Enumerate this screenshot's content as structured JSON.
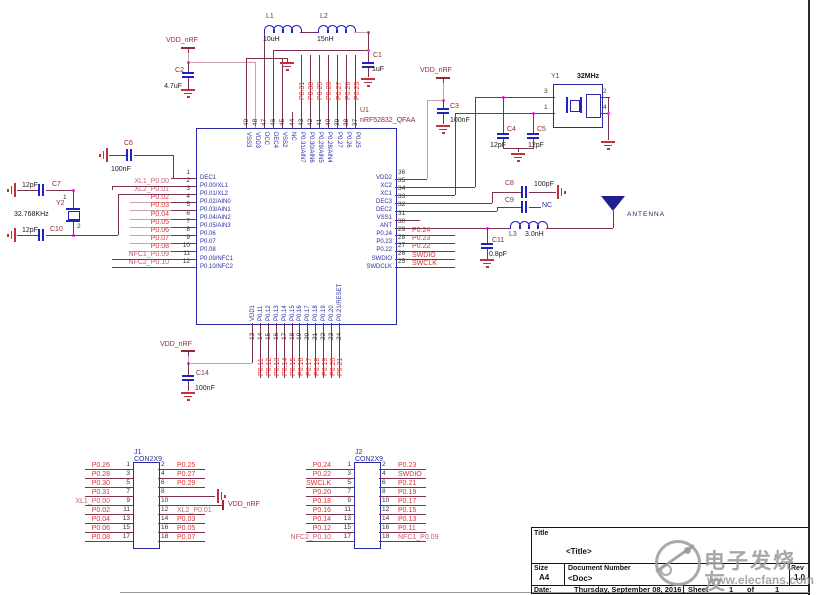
{
  "ic": {
    "ref": "U1",
    "part": "nRF52832_QFAA",
    "left_pins": [
      {
        "n": 1,
        "name": "DEC1",
        "net": ""
      },
      {
        "n": 2,
        "name": "P0.00/XL1",
        "net": "XL1_P0.00",
        "muted": true
      },
      {
        "n": 3,
        "name": "P0.01/XL2",
        "net": "XL2_P0.01",
        "muted": true
      },
      {
        "n": 4,
        "name": "P0.02/AIN0",
        "net": "P0.02"
      },
      {
        "n": 5,
        "name": "P0.03/AIN1",
        "net": "P0.03"
      },
      {
        "n": 6,
        "name": "P0.04/AIN2",
        "net": "P0.04"
      },
      {
        "n": 7,
        "name": "P0.05/AIN3",
        "net": "P0.05"
      },
      {
        "n": 8,
        "name": "P0.06",
        "net": "P0.06"
      },
      {
        "n": 9,
        "name": "P0.07",
        "net": "P0.07"
      },
      {
        "n": 10,
        "name": "P0.08",
        "net": "P0.08"
      },
      {
        "n": 11,
        "name": "P0.09/NFC1",
        "net": "NFC1_P0.09",
        "muted": true
      },
      {
        "n": 12,
        "name": "P0.10/NFC2",
        "net": "NFC2_P0.10",
        "muted": true
      }
    ],
    "right_pins": [
      {
        "n": 36,
        "name": "VDD2",
        "net": ""
      },
      {
        "n": 35,
        "name": "XC2",
        "net": ""
      },
      {
        "n": 34,
        "name": "XC1",
        "net": ""
      },
      {
        "n": 33,
        "name": "DEC3",
        "net": ""
      },
      {
        "n": 32,
        "name": "DEC2",
        "net": ""
      },
      {
        "n": 31,
        "name": "VSS1",
        "net": ""
      },
      {
        "n": 30,
        "name": "ANT",
        "net": ""
      },
      {
        "n": 29,
        "name": "P0.24",
        "net": "P0.24"
      },
      {
        "n": 28,
        "name": "P0.23",
        "net": "P0.23"
      },
      {
        "n": 27,
        "name": "P0.22",
        "net": "P0.22"
      },
      {
        "n": 26,
        "name": "SWDIO",
        "net": "SWDIO"
      },
      {
        "n": 25,
        "name": "SWDCLK",
        "net": "SWCLK"
      }
    ],
    "top_pins": [
      {
        "n": 49,
        "name": "VSS3",
        "net": ""
      },
      {
        "n": 48,
        "name": "VDD3",
        "net": ""
      },
      {
        "n": 47,
        "name": "DCC",
        "net": ""
      },
      {
        "n": 46,
        "name": "DEC4",
        "net": ""
      },
      {
        "n": 45,
        "name": "VSS2",
        "net": ""
      },
      {
        "n": 44,
        "name": "NC",
        "net": ""
      },
      {
        "n": 43,
        "name": "P0.31/AIN7",
        "net": "P0.31"
      },
      {
        "n": 42,
        "name": "P0.30/AIN6",
        "net": "P0.30"
      },
      {
        "n": 41,
        "name": "P0.29/AIN5",
        "net": "P0.29"
      },
      {
        "n": 40,
        "name": "P0.28/AIN4",
        "net": "P0.28"
      },
      {
        "n": 39,
        "name": "P0.27",
        "net": "P0.27"
      },
      {
        "n": 38,
        "name": "P0.26",
        "net": "P0.26"
      },
      {
        "n": 37,
        "name": "P0.25",
        "net": "P0.25"
      }
    ],
    "bottom_pins": [
      {
        "n": 13,
        "name": "VDD1",
        "net": ""
      },
      {
        "n": 14,
        "name": "P0.11",
        "net": "P0.11"
      },
      {
        "n": 15,
        "name": "P0.12",
        "net": "P0.12"
      },
      {
        "n": 16,
        "name": "P0.13",
        "net": "P0.13"
      },
      {
        "n": 17,
        "name": "P0.14",
        "net": "P0.14"
      },
      {
        "n": 18,
        "name": "P0.15",
        "net": "P0.15"
      },
      {
        "n": 19,
        "name": "P0.16",
        "net": "P0.16"
      },
      {
        "n": 20,
        "name": "P0.17",
        "net": "P0.17"
      },
      {
        "n": 21,
        "name": "P0.18",
        "net": "P0.18"
      },
      {
        "n": 22,
        "name": "P0.19",
        "net": "P0.19"
      },
      {
        "n": 23,
        "name": "P0.20",
        "net": "P0.20"
      },
      {
        "n": 24,
        "name": "P0.21/RESET",
        "net": "P0.21"
      }
    ]
  },
  "components": [
    {
      "id": "C2",
      "ref": "C2",
      "value": "4.7uF"
    },
    {
      "id": "L1",
      "ref": "L1",
      "value": "10uH"
    },
    {
      "id": "L2",
      "ref": "L2",
      "value": "15nH"
    },
    {
      "id": "C1",
      "ref": "C1",
      "value": "1uF"
    },
    {
      "id": "C6",
      "ref": "C6",
      "value": "100nF"
    },
    {
      "id": "C7",
      "ref": "C7",
      "value": "12pF"
    },
    {
      "id": "Y2",
      "ref": "Y2",
      "value": "32.768KHz"
    },
    {
      "id": "C10",
      "ref": "C10",
      "value": "12pF"
    },
    {
      "id": "C3",
      "ref": "C3",
      "value": "100nF"
    },
    {
      "id": "C4",
      "ref": "C4",
      "value": "12pF"
    },
    {
      "id": "C5",
      "ref": "C5",
      "value": "12pF"
    },
    {
      "id": "Y1",
      "ref": "Y1",
      "value": "32MHz"
    },
    {
      "id": "C8",
      "ref": "C8",
      "value": "100pF"
    },
    {
      "id": "C9",
      "ref": "C9",
      "value": "NC"
    },
    {
      "id": "C11",
      "ref": "C11",
      "value": "0.8pF"
    },
    {
      "id": "L3",
      "ref": "L3",
      "value": "3.0nH"
    },
    {
      "id": "C14",
      "ref": "C14",
      "value": "100nF"
    }
  ],
  "power_net": "VDD_nRF",
  "antenna_label": "ANTENNA",
  "crystal_y1_pins": [
    "3",
    "1",
    "2",
    "4"
  ],
  "crystal_y2_pins": [
    "1",
    "2"
  ],
  "connectors": [
    {
      "ref": "J1",
      "type": "CON2X9",
      "rows": [
        {
          "ln": 1,
          "l": "P0.26",
          "rn": 2,
          "r": "P0.25"
        },
        {
          "ln": 3,
          "l": "P0.28",
          "rn": 4,
          "r": "P0.27"
        },
        {
          "ln": 5,
          "l": "P0.30",
          "rn": 6,
          "r": "P0.29"
        },
        {
          "ln": 7,
          "l": "P0.31",
          "rn": 8,
          "r": "",
          "r_gnd": true
        },
        {
          "ln": 9,
          "l": "XL1_P0.00",
          "lm": true,
          "rn": 10,
          "r": "",
          "r_vdd": true
        },
        {
          "ln": 11,
          "l": "P0.02",
          "rn": 12,
          "r": "XL2_P0.01",
          "rm": true
        },
        {
          "ln": 13,
          "l": "P0.04",
          "rn": 14,
          "r": "P0.03"
        },
        {
          "ln": 15,
          "l": "P0.06",
          "rn": 16,
          "r": "P0.05"
        },
        {
          "ln": 17,
          "l": "P0.08",
          "rn": 18,
          "r": "P0.07"
        }
      ]
    },
    {
      "ref": "J2",
      "type": "CON2X9",
      "rows": [
        {
          "ln": 1,
          "l": "P0.24",
          "rn": 2,
          "r": "P0.23"
        },
        {
          "ln": 3,
          "l": "P0.22",
          "rn": 4,
          "r": "SWDIO"
        },
        {
          "ln": 5,
          "l": "SWCLK",
          "rn": 6,
          "r": "P0.21"
        },
        {
          "ln": 7,
          "l": "P0.20",
          "rn": 8,
          "r": "P0.19"
        },
        {
          "ln": 9,
          "l": "P0.18",
          "rn": 10,
          "r": "P0.17"
        },
        {
          "ln": 11,
          "l": "P0.16",
          "rn": 12,
          "r": "P0.15"
        },
        {
          "ln": 13,
          "l": "P0.14",
          "rn": 14,
          "r": "P0.13"
        },
        {
          "ln": 15,
          "l": "P0.12",
          "rn": 16,
          "r": "P0.11"
        },
        {
          "ln": 17,
          "l": "NFC2_P0.10",
          "lm": true,
          "rn": 18,
          "r": "NFC1_P0.09",
          "rm": true
        }
      ]
    }
  ],
  "title_block": {
    "title_label": "Title",
    "title": "<Title>",
    "size_label": "Size",
    "size": "A4",
    "doc_label": "Document Number",
    "doc": "<Doc>",
    "rev_label": "Rev",
    "rev": "1.0",
    "date_label": "Date:",
    "date": "Thursday, September 08, 2016",
    "sheet_label": "Sheet",
    "sheet": "1",
    "of_label": "of",
    "total": "1"
  },
  "watermark": {
    "text": "电子发烧友",
    "url": "www.elecfans.com"
  }
}
